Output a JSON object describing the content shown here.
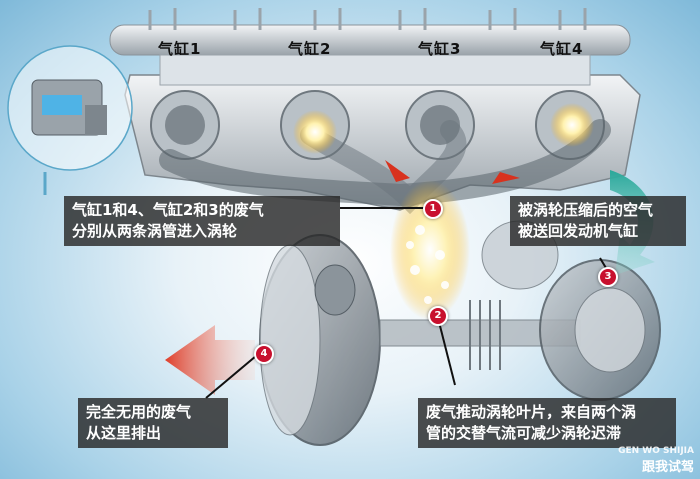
{
  "cylinders": [
    {
      "label": "气缸1"
    },
    {
      "label": "气缸2"
    },
    {
      "label": "气缸3"
    },
    {
      "label": "气缸4"
    }
  ],
  "callouts": [
    {
      "number": "1",
      "lines": [
        "气缸1和4、气缸2和3的废气",
        "分别从两条涡管进入涡轮"
      ]
    },
    {
      "number": "2",
      "lines": [
        "废气推动涡轮叶片，来自两个涡",
        "管的交替气流可减少涡轮迟滞"
      ]
    },
    {
      "number": "3",
      "lines": [
        "被涡轮压缩后的空气",
        "被送回发动机气缸"
      ]
    },
    {
      "number": "4",
      "lines": [
        "完全无用的废气",
        "从这里排出"
      ]
    }
  ],
  "watermark": {
    "brand": "跟我试驾",
    "pinyin": "GEN WO SHIJIA"
  },
  "colors": {
    "badge": "#c8102e",
    "caption_bg": "#282828",
    "exhaust": "#e8402a"
  }
}
